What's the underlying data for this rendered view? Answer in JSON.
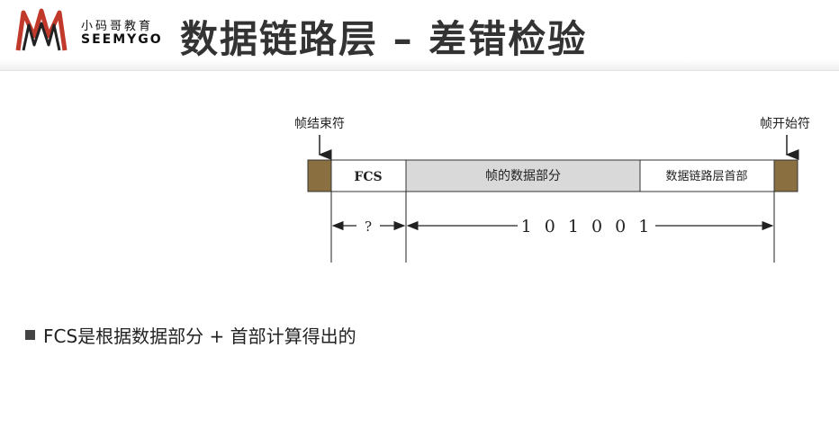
{
  "logo": {
    "cn_text": "小码哥教育",
    "en_text": "SEEMYGO"
  },
  "title": "数据链路层 – 差错检验",
  "diagram": {
    "label_frame_end": "帧结束符",
    "label_frame_start": "帧开始符",
    "segment_fcs": "FCS",
    "segment_data": "帧的数据部分",
    "segment_header": "数据链路层首部",
    "fcs_unknown": "?",
    "bits": "1 0 1 0 0 1",
    "colors": {
      "delimiter": "#8a7040",
      "data_fill": "#d9d9d9",
      "border": "#333333"
    }
  },
  "bullet": {
    "text": "FCS是根据数据部分 + 首部计算得出的"
  }
}
